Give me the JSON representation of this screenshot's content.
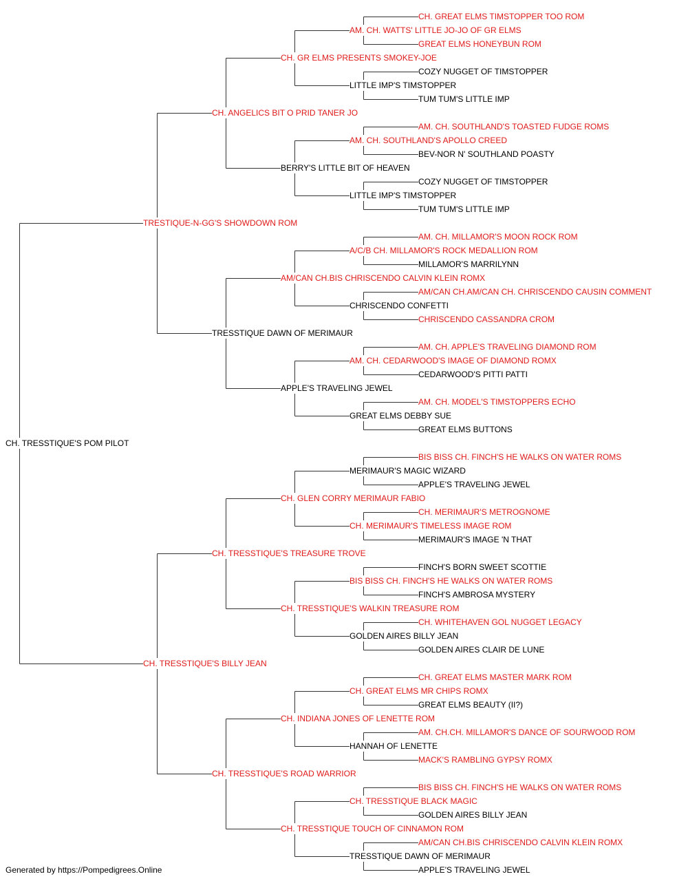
{
  "colors": {
    "champion": "#e11a1a",
    "regular": "#000000",
    "line": "#333333"
  },
  "pedigree": [
    {
      "id": "0",
      "name": "CH. TRESSTIQUE'S POM PILOT",
      "red": false
    },
    {
      "id": "1",
      "name": "TRESTIQUE-N-GG'S SHOWDOWN ROM",
      "red": true
    },
    {
      "id": "2",
      "name": "CH. TRESSTIQUE'S BILLY JEAN",
      "red": true
    },
    {
      "id": "3",
      "name": "CH. ANGELICS BIT O PRID TANER JO",
      "red": true
    },
    {
      "id": "4",
      "name": "TRESSTIQUE DAWN OF MERIMAUR",
      "red": false
    },
    {
      "id": "5",
      "name": "CH. TRESSTIQUE'S TREASURE TROVE",
      "red": true
    },
    {
      "id": "6",
      "name": "CH. TRESSTIQUE'S ROAD WARRIOR",
      "red": true
    },
    {
      "id": "7",
      "name": "CH. GR ELMS PRESENTS SMOKEY-JOE",
      "red": true
    },
    {
      "id": "8",
      "name": "BERRY'S LITTLE BIT OF HEAVEN",
      "red": false
    },
    {
      "id": "9",
      "name": "AM/CAN CH.BIS CHRISCENDO CALVIN KLEIN ROMX",
      "red": true
    },
    {
      "id": "10",
      "name": "APPLE'S TRAVELING JEWEL",
      "red": false
    },
    {
      "id": "11",
      "name": "CH. GLEN CORRY MERIMAUR FABIO",
      "red": true
    },
    {
      "id": "12",
      "name": "CH. TRESSTIQUE'S WALKIN TREASURE ROM",
      "red": true
    },
    {
      "id": "13",
      "name": "CH. INDIANA JONES OF LENETTE ROM",
      "red": true
    },
    {
      "id": "14",
      "name": "CH. TRESSTIQUE TOUCH OF CINNAMON ROM",
      "red": true
    },
    {
      "id": "15",
      "name": "AM. CH. WATTS' LITTLE JO-JO OF GR ELMS",
      "red": true
    },
    {
      "id": "16",
      "name": "LITTLE IMP'S TIMSTOPPER",
      "red": false
    },
    {
      "id": "17",
      "name": "AM. CH. SOUTHLAND'S APOLLO CREED",
      "red": true
    },
    {
      "id": "18",
      "name": "LITTLE IMP'S TIMSTOPPER",
      "red": false
    },
    {
      "id": "19",
      "name": "A/C/B CH. MILLAMOR'S ROCK MEDALLION ROM",
      "red": true
    },
    {
      "id": "20",
      "name": "CHRISCENDO CONFETTI",
      "red": false
    },
    {
      "id": "21",
      "name": "AM. CH. CEDARWOOD'S IMAGE OF DIAMOND ROMX",
      "red": true
    },
    {
      "id": "22",
      "name": "GREAT ELMS DEBBY SUE",
      "red": false
    },
    {
      "id": "23",
      "name": "MERIMAUR'S MAGIC WIZARD",
      "red": false
    },
    {
      "id": "24",
      "name": "CH. MERIMAUR'S TIMELESS IMAGE ROM",
      "red": true
    },
    {
      "id": "25",
      "name": "BIS BISS CH. FINCH'S HE WALKS ON WATER ROMS",
      "red": true
    },
    {
      "id": "26",
      "name": "GOLDEN AIRES BILLY JEAN",
      "red": false
    },
    {
      "id": "27",
      "name": "CH. GREAT ELMS MR CHIPS ROMX",
      "red": true
    },
    {
      "id": "28",
      "name": "HANNAH OF LENETTE",
      "red": false
    },
    {
      "id": "29",
      "name": "CH. TRESSTIQUE BLACK MAGIC",
      "red": true
    },
    {
      "id": "30",
      "name": "TRESSTIQUE DAWN OF MERIMAUR",
      "red": false
    },
    {
      "id": "31",
      "name": "CH. GREAT ELMS TIMSTOPPER TOO ROM",
      "red": true
    },
    {
      "id": "32",
      "name": "GREAT ELMS HONEYBUN ROM",
      "red": true
    },
    {
      "id": "33",
      "name": "COZY NUGGET OF TIMSTOPPER",
      "red": false
    },
    {
      "id": "34",
      "name": "TUM TUM'S LITTLE IMP",
      "red": false
    },
    {
      "id": "35",
      "name": "AM. CH. SOUTHLAND'S TOASTED FUDGE ROMS",
      "red": true
    },
    {
      "id": "36",
      "name": "BEV-NOR N' SOUTHLAND POASTY",
      "red": false
    },
    {
      "id": "37",
      "name": "COZY NUGGET OF TIMSTOPPER",
      "red": false
    },
    {
      "id": "38",
      "name": "TUM TUM'S LITTLE IMP",
      "red": false
    },
    {
      "id": "39",
      "name": "AM. CH. MILLAMOR'S MOON ROCK ROM",
      "red": true
    },
    {
      "id": "40",
      "name": "MILLAMOR'S MARRILYNN",
      "red": false
    },
    {
      "id": "41",
      "name": "AM/CAN CH.AM/CAN CH. CHRISCENDO CAUSIN COMMENT",
      "red": true
    },
    {
      "id": "42",
      "name": "CHRISCENDO CASSANDRA CROM",
      "red": true
    },
    {
      "id": "43",
      "name": "AM. CH. APPLE'S TRAVELING DIAMOND ROM",
      "red": true
    },
    {
      "id": "44",
      "name": "CEDARWOOD'S PITTI PATTI",
      "red": false
    },
    {
      "id": "45",
      "name": "AM. CH. MODEL'S TIMSTOPPERS ECHO",
      "red": true
    },
    {
      "id": "46",
      "name": "GREAT ELMS BUTTONS",
      "red": false
    },
    {
      "id": "47",
      "name": "BIS BISS CH. FINCH'S HE WALKS ON WATER ROMS",
      "red": true
    },
    {
      "id": "48",
      "name": "APPLE'S TRAVELING JEWEL",
      "red": false
    },
    {
      "id": "49",
      "name": "CH. MERIMAUR'S METROGNOME",
      "red": true
    },
    {
      "id": "50",
      "name": "MERIMAUR'S IMAGE 'N THAT",
      "red": false
    },
    {
      "id": "51",
      "name": "FINCH'S BORN SWEET SCOTTIE",
      "red": false
    },
    {
      "id": "52",
      "name": "FINCH'S AMBROSA MYSTERY",
      "red": false
    },
    {
      "id": "53",
      "name": "CH. WHITEHAVEN GOL NUGGET LEGACY",
      "red": true
    },
    {
      "id": "54",
      "name": "GOLDEN AIRES CLAIR DE LUNE",
      "red": false
    },
    {
      "id": "55",
      "name": "CH. GREAT ELMS MASTER MARK ROM",
      "red": true
    },
    {
      "id": "56",
      "name": "GREAT ELMS BEAUTY (II?)",
      "red": false
    },
    {
      "id": "57",
      "name": "AM. CH.CH. MILLAMOR'S DANCE OF SOURWOOD ROM",
      "red": true
    },
    {
      "id": "58",
      "name": "MACK'S RAMBLING GYPSY ROMX",
      "red": true
    },
    {
      "id": "59",
      "name": "BIS BISS CH. FINCH'S HE WALKS ON WATER ROMS",
      "red": true
    },
    {
      "id": "60",
      "name": "GOLDEN AIRES BILLY JEAN",
      "red": false
    },
    {
      "id": "61",
      "name": "AM/CAN CH.BIS CHRISCENDO CALVIN KLEIN ROMX",
      "red": true
    },
    {
      "id": "62",
      "name": "APPLE'S TRAVELING JEWEL",
      "red": false
    }
  ],
  "footer": "Generated by https://Pompedigrees.Online"
}
